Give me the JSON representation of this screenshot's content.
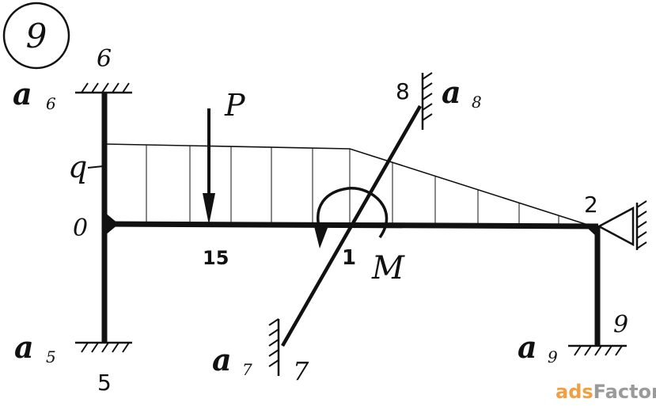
{
  "badge": "9",
  "nodes": {
    "n0": "0",
    "n1": "1",
    "n2": "2",
    "n5": "5",
    "n6": "6",
    "n7": "7",
    "n8": "8",
    "n9": "9",
    "n15": "15"
  },
  "supports": {
    "a5": "a",
    "a5_sub": "5",
    "a6": "a",
    "a6_sub": "6",
    "a7": "a",
    "a7_sub": "7",
    "a8": "a",
    "a8_sub": "8",
    "a9": "a",
    "a9_sub": "9"
  },
  "loads": {
    "force": "P",
    "distributed": "q",
    "moment": "M"
  },
  "watermark": {
    "brand_a": "ads",
    "brand_b": "Factory"
  },
  "colors": {
    "ink": "#111111",
    "watermark_orange": "#f0a040",
    "watermark_gray": "#9a9a9a"
  }
}
